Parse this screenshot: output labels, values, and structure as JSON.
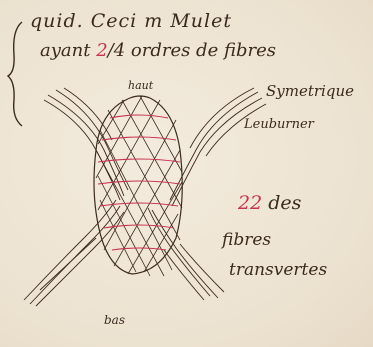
{
  "note": {
    "line1": "quid. Ceci m Mulet",
    "line2_pre": "ayant ",
    "line2_red": "2",
    "line2_post": "/4 ordres de fibres",
    "label_top": "haut",
    "symmetric": "Symetrique",
    "signature": "Leuburner",
    "count_red": "22",
    "count_word": "des",
    "fibres": "fibres",
    "transverses": "transvertes",
    "label_bottom": "bas"
  },
  "colors": {
    "paper": "#efe6d6",
    "ink": "#3b2a1e",
    "red_ink": "#c8324e"
  }
}
